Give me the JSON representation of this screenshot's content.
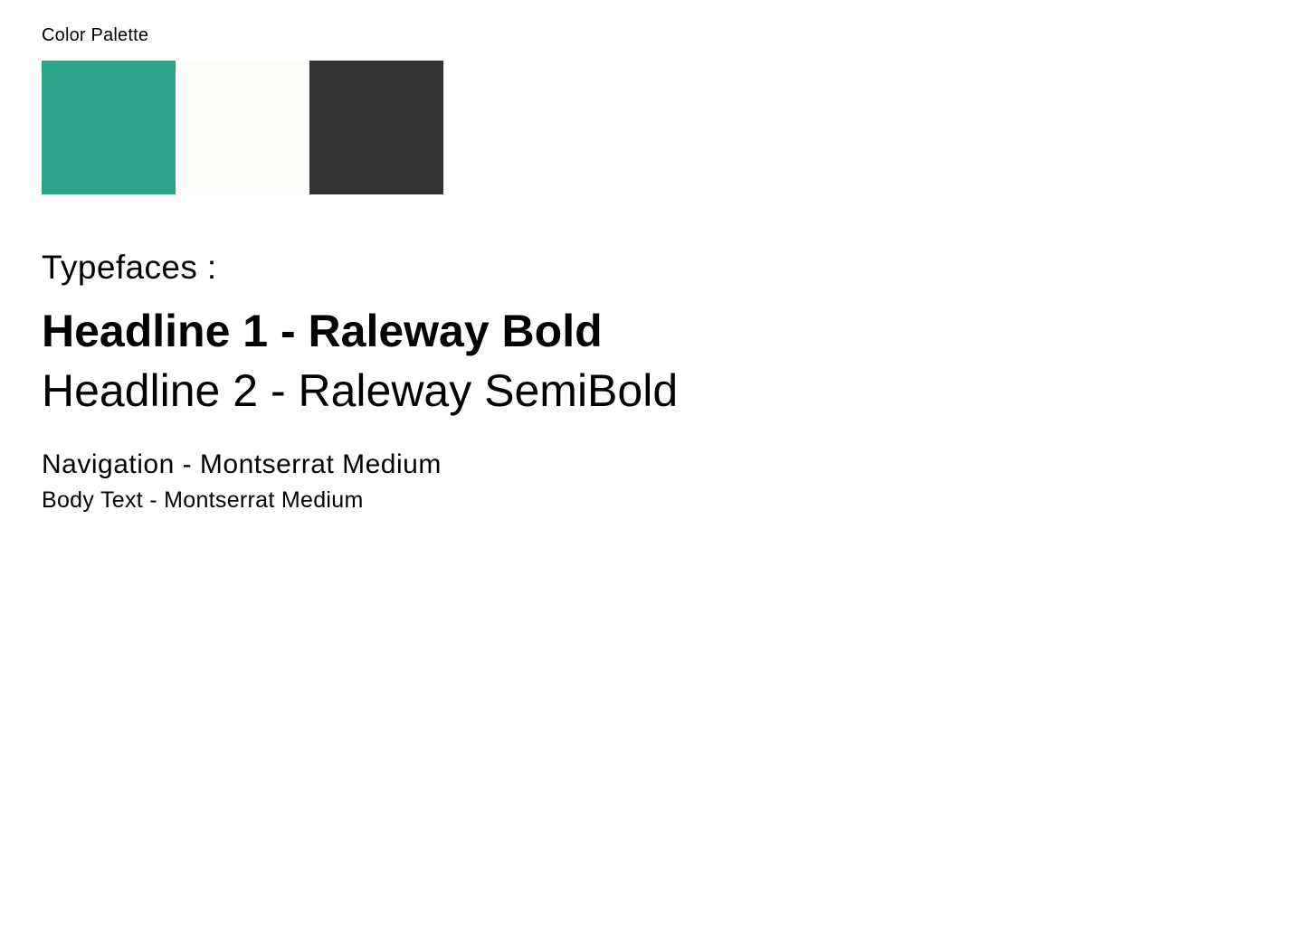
{
  "palette": {
    "title": "Color Palette",
    "colors": [
      "#2BA58A",
      "#FDFDF9",
      "#333333"
    ]
  },
  "typefaces": {
    "title": "Typefaces :",
    "headline1": "Headline 1 - Raleway Bold",
    "headline2": "Headline 2 - Raleway SemiBold",
    "navigation": "Navigation - Montserrat Medium",
    "body": "Body Text - Montserrat Medium"
  }
}
